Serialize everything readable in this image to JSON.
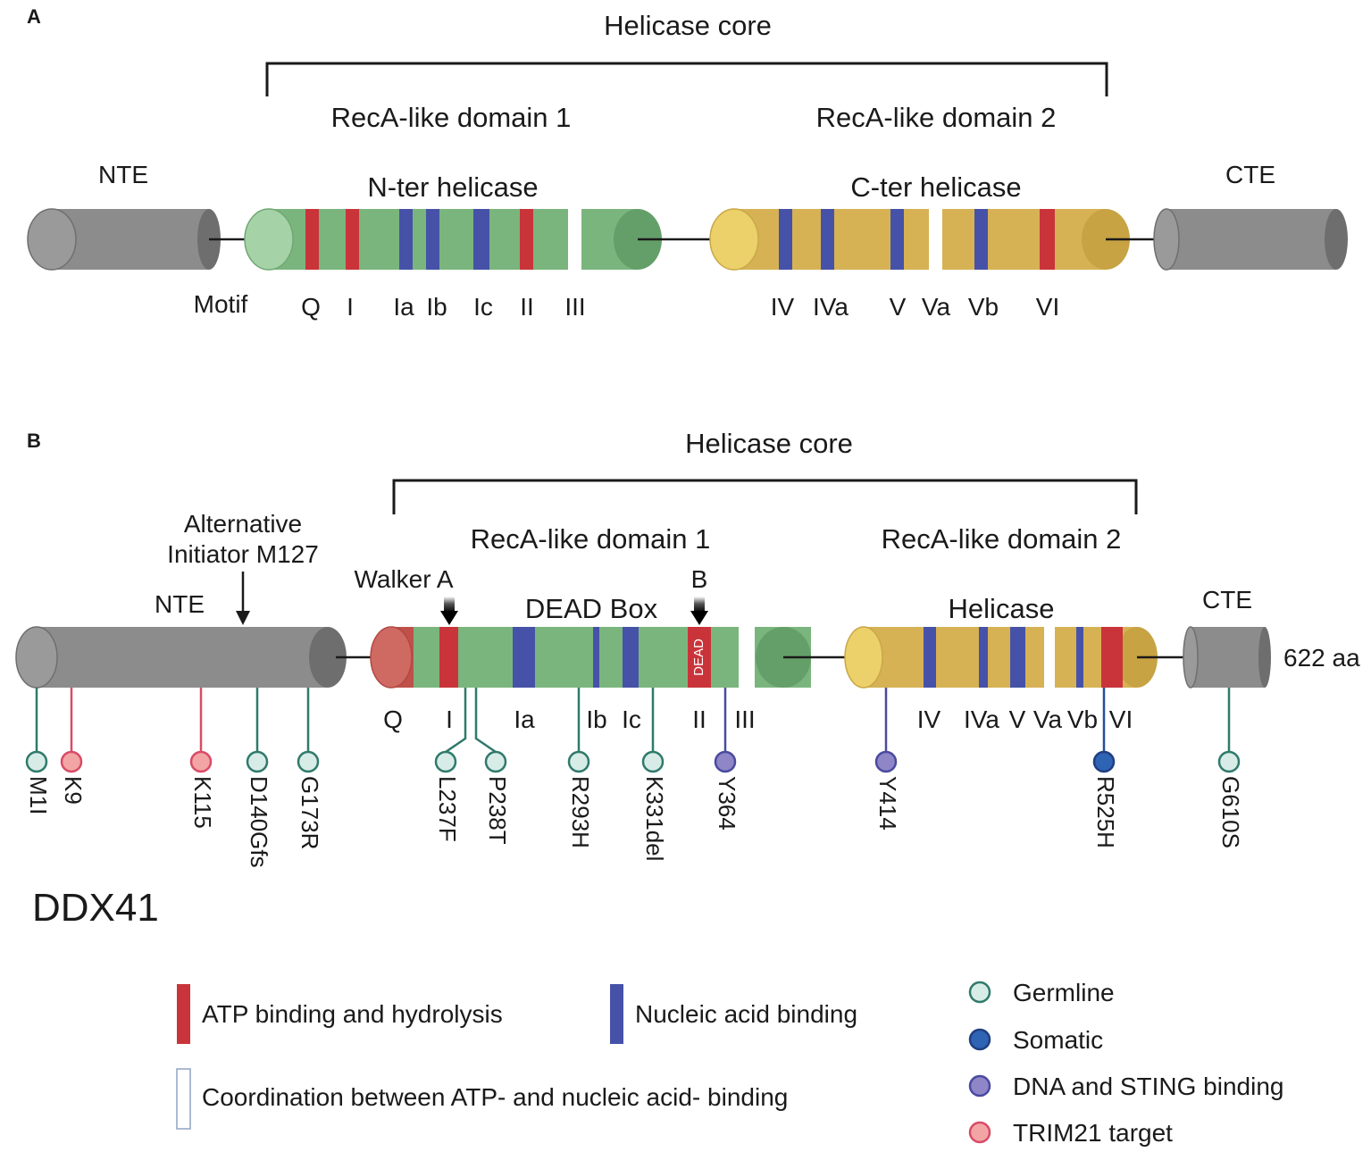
{
  "colors": {
    "atp": "#c9343a",
    "nucleic": "#4652a8",
    "coordination": "#ffffff",
    "recA1": "#7ab57e",
    "recA2": "#d6b254",
    "terminal": "#8c8c8c",
    "germline": "#2f7a6b",
    "somatic": "#264f99",
    "dna_sting": "#6f63a8",
    "trim21": "#d84b66"
  },
  "panel_a": {
    "letter": "A",
    "helicase_core": "Helicase core",
    "domain1": "RecA-like domain 1",
    "domain2": "RecA-like domain 2",
    "nte": "NTE",
    "cte": "CTE",
    "nter_helicase": "N-ter helicase",
    "cter_helicase": "C-ter helicase",
    "motif_label": "Motif",
    "motifs": [
      "Q",
      "I",
      "Ia",
      "Ib",
      "Ic",
      "II",
      "III",
      "IV",
      "IVa",
      "V",
      "Va",
      "Vb",
      "VI"
    ]
  },
  "panel_b": {
    "letter": "B",
    "helicase_core": "Helicase core",
    "domain1": "RecA-like domain 1",
    "domain2": "RecA-like domain 2",
    "alt_initiator_line1": "Alternative",
    "alt_initiator_line2": "Initiator M127",
    "nte": "NTE",
    "cte": "CTE",
    "walker_a": "Walker A",
    "walker_b": "B",
    "dead_box": "DEAD Box",
    "helicase": "Helicase",
    "dead_tag": "DEAD",
    "length": "622 aa",
    "protein": "DDX41",
    "motifs": [
      "Q",
      "I",
      "Ia",
      "Ib",
      "Ic",
      "II",
      "III",
      "IV",
      "IVa",
      "V",
      "Va",
      "Vb",
      "VI"
    ],
    "mutations": [
      {
        "label": "M1I",
        "type": "germline"
      },
      {
        "label": "K9",
        "type": "trim21"
      },
      {
        "label": "K115",
        "type": "trim21"
      },
      {
        "label": "D140Gfs",
        "type": "germline"
      },
      {
        "label": "G173R",
        "type": "germline"
      },
      {
        "label": "L237F",
        "type": "germline"
      },
      {
        "label": "P238T",
        "type": "germline"
      },
      {
        "label": "R293H",
        "type": "germline"
      },
      {
        "label": "K331del",
        "type": "germline"
      },
      {
        "label": "Y364",
        "type": "dna_sting"
      },
      {
        "label": "Y414",
        "type": "dna_sting"
      },
      {
        "label": "R525H",
        "type": "somatic"
      },
      {
        "label": "G610S",
        "type": "germline"
      }
    ]
  },
  "legend": {
    "atp": "ATP binding and hydrolysis",
    "nucleic": "Nucleic acid binding",
    "coordination": "Coordination between ATP- and nucleic acid- binding",
    "germline": "Germline",
    "somatic": "Somatic",
    "dna_sting": "DNA and STING binding",
    "trim21": "TRIM21 target"
  }
}
